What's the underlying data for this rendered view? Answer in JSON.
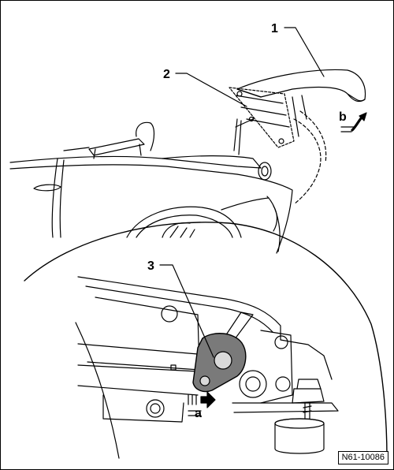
{
  "callouts": {
    "one": "1",
    "two": "2",
    "three": "3",
    "b": "b",
    "a": "a"
  },
  "figure_code": "N61-10086",
  "colors": {
    "line": "#000000",
    "part_fill": "#7a7a7a",
    "light_fill": "#d9d9d9"
  }
}
